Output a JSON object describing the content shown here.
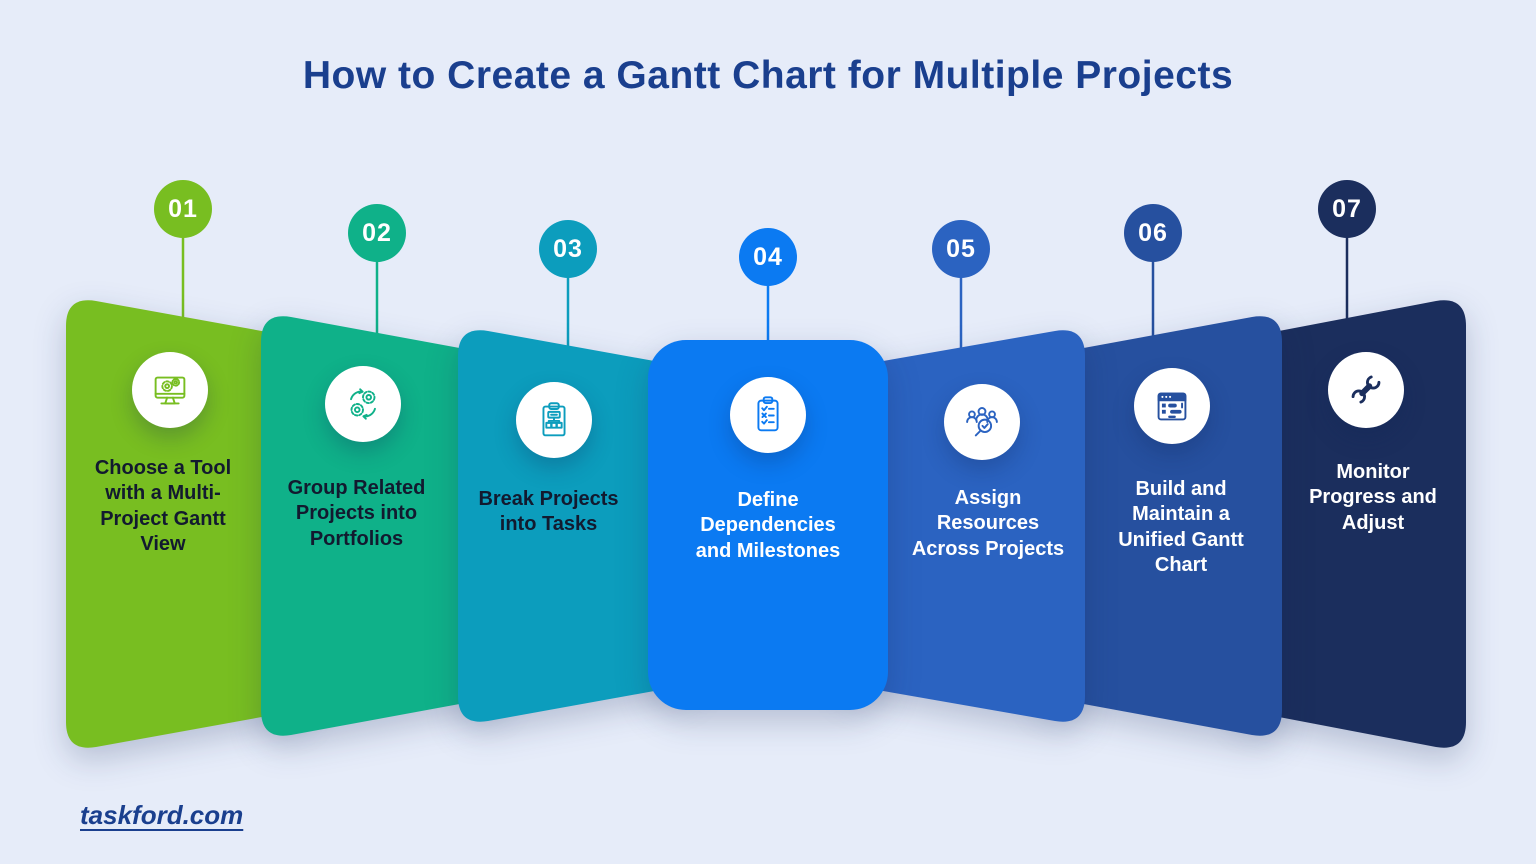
{
  "background_color": "#E6ECF9",
  "header": {
    "title": "How to Create a Gantt Chart for Multiple Projects",
    "title_color": "#1A3F8E"
  },
  "steps": [
    {
      "number": "01",
      "label": "Choose a Tool with a Multi-Project Gantt View",
      "color": "#78BE21",
      "text_color": "#121A2F",
      "icon": "monitor-gears-icon"
    },
    {
      "number": "02",
      "label": "Group Related Projects into Portfolios",
      "color": "#0FB189",
      "text_color": "#121A2F",
      "icon": "sync-gears-icon"
    },
    {
      "number": "03",
      "label": "Break Projects into Tasks",
      "color": "#0C9DBD",
      "text_color": "#121A2F",
      "icon": "clipboard-hierarchy-icon"
    },
    {
      "number": "04",
      "label": "Define Dependencies and Milestones",
      "color": "#0B7AF2",
      "text_color": "#FFFFFF",
      "icon": "clipboard-checklist-icon"
    },
    {
      "number": "05",
      "label": "Assign Resources Across Projects",
      "color": "#2B63C1",
      "text_color": "#FFFFFF",
      "icon": "team-search-icon"
    },
    {
      "number": "06",
      "label": "Build and Maintain a Unified Gantt Chart",
      "color": "#26509F",
      "text_color": "#FFFFFF",
      "icon": "gantt-board-icon"
    },
    {
      "number": "07",
      "label": "Monitor Progress and Adjust",
      "color": "#1B2E5D",
      "text_color": "#FFFFFF",
      "icon": "wrench-icon"
    }
  ],
  "footer": {
    "website": "taskford.com",
    "link_color": "#1A3F8E"
  }
}
